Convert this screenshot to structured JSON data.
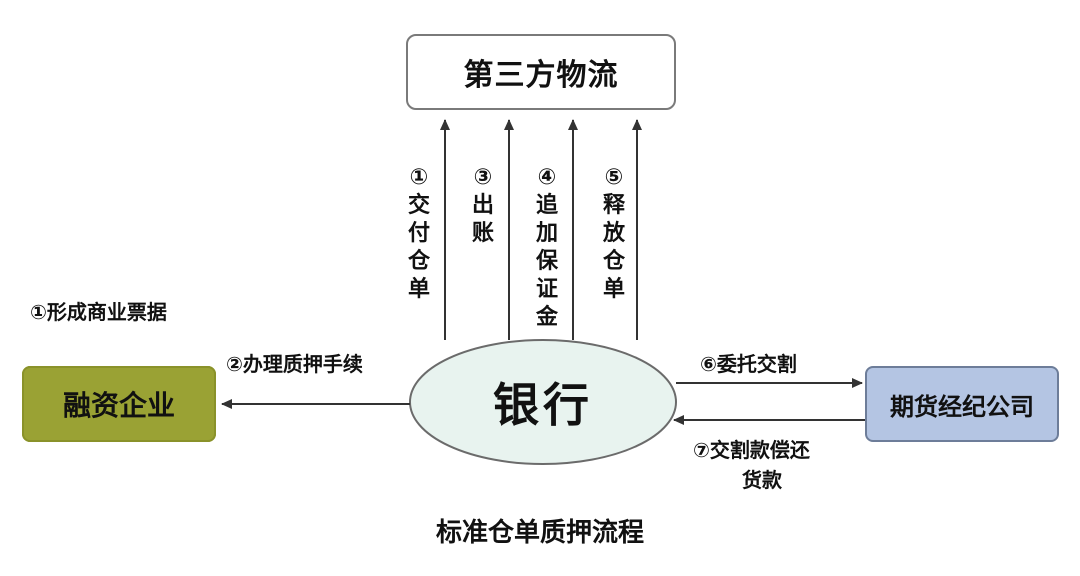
{
  "nodes": {
    "logistics": "第三方物流",
    "bank": "银行",
    "enterprise": "融资企业",
    "broker": "期货经纪公司"
  },
  "steps": {
    "s1_receipt": "①交付仓单",
    "s3_out": "③出账",
    "s4_margin": "④追加保证金",
    "s5_release": "⑤释放仓单",
    "s1_bill": "①形成商业票据",
    "s2_pledge": "②办理质押手续",
    "s6_delivery": "⑥委托交割",
    "s7_repay_line1": "⑦交割款偿还",
    "s7_repay_line2": "货款"
  },
  "caption": "标准仓单质押流程",
  "colors": {
    "enterprise_fill": "#9aa234",
    "broker_fill": "#b4c5e3",
    "bank_fill": "#e8f3ef",
    "line": "#333333"
  }
}
